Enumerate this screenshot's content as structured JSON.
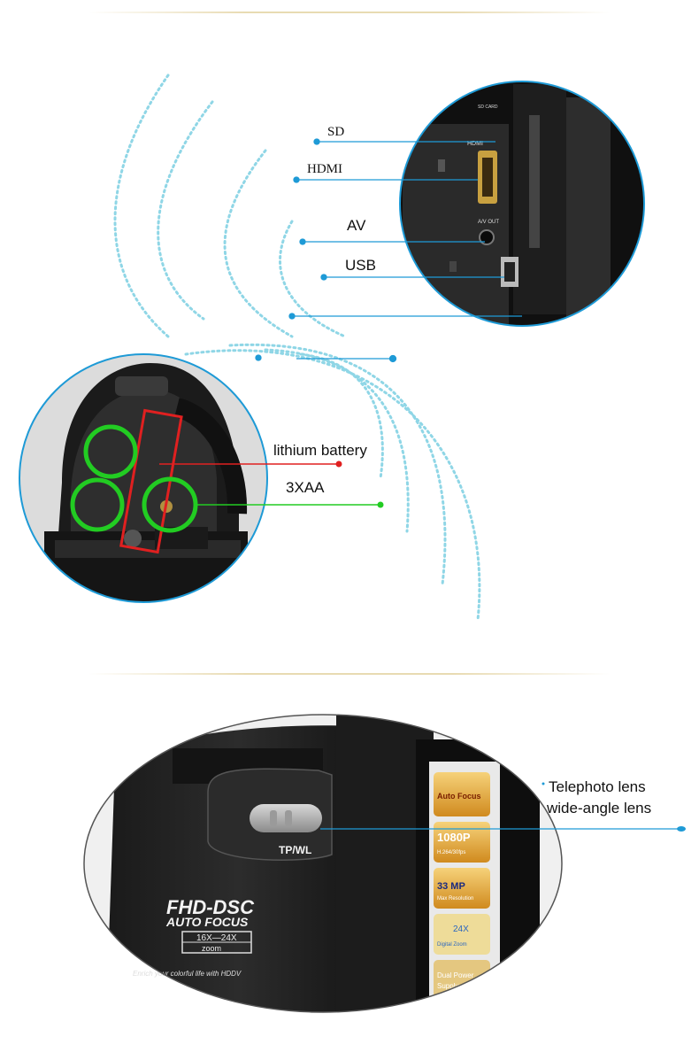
{
  "ports_section": {
    "labels": {
      "sd": "SD",
      "hdmi": "HDMI",
      "av": "AV",
      "usb": "USB"
    },
    "camera_prints": {
      "sd_card": "SD CARD",
      "hdmi": "HDMI",
      "av_out": "A/V OUT"
    }
  },
  "battery_section": {
    "labels": {
      "lithium": "lithium battery",
      "aaa": "3XAA"
    }
  },
  "zoom_section": {
    "labels": {
      "telephoto": "Telephoto lens",
      "wide": "wide-angle lens"
    },
    "camera_prints": {
      "brand_line1": "FHD-DSC",
      "brand_line2": "AUTO FOCUS",
      "zoom_ratio": "16X—24X",
      "zoom_word": "zoom",
      "tagline": "Enrich your colorful life with HDDV",
      "switch_label": "TP/WL",
      "badges": [
        "Auto Focus",
        "1080P",
        "H.264/30fps",
        "33 MP",
        "Max Resolution",
        "24X",
        "Digital Zoom",
        "Dual Power",
        "Supply"
      ]
    }
  },
  "colors": {
    "accent_blue": "#1e9ad6",
    "dotted_cyan": "#8fd6e6",
    "lithium_red": "#e02020",
    "aaa_green": "#22cc22",
    "divider_gold": "#e6d7aa"
  }
}
